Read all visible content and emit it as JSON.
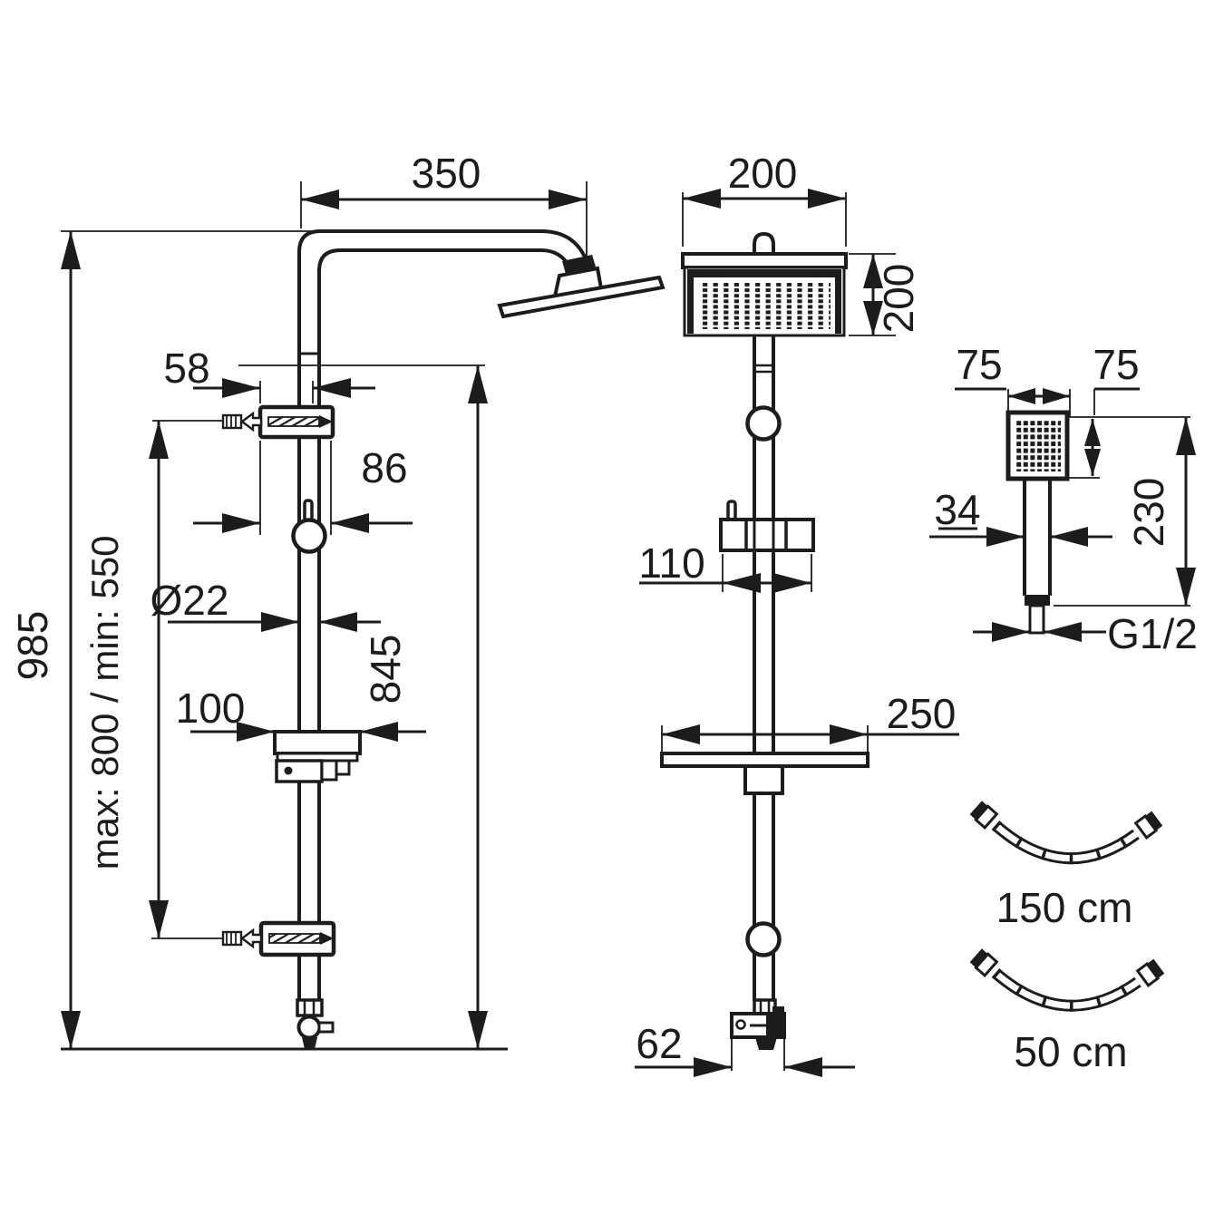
{
  "drawing": {
    "type": "technical-dimension-drawing",
    "subject": "shower column set (rain head, hand shower, hoses)",
    "line_color": "#1c1c1c",
    "background": "#ffffff"
  },
  "side_view": {
    "arm_length": "350",
    "bracket_offset": "58",
    "bracket_width": "86",
    "pipe_diameter": "Ø22",
    "soap_dish_depth": "100",
    "total_height": "985",
    "mount_range": "max: 800 / min: 550",
    "rail_height": "845"
  },
  "front_view": {
    "head_width": "200",
    "head_depth": "200",
    "slider_width": "110",
    "shelf_width": "250",
    "valve_width": "62"
  },
  "hand_shower": {
    "head_width": "75",
    "head_height": "75",
    "handle_width": "34",
    "length": "230",
    "thread": "G1/2"
  },
  "hoses": {
    "long_label": "150 cm",
    "short_label": "50 cm"
  }
}
